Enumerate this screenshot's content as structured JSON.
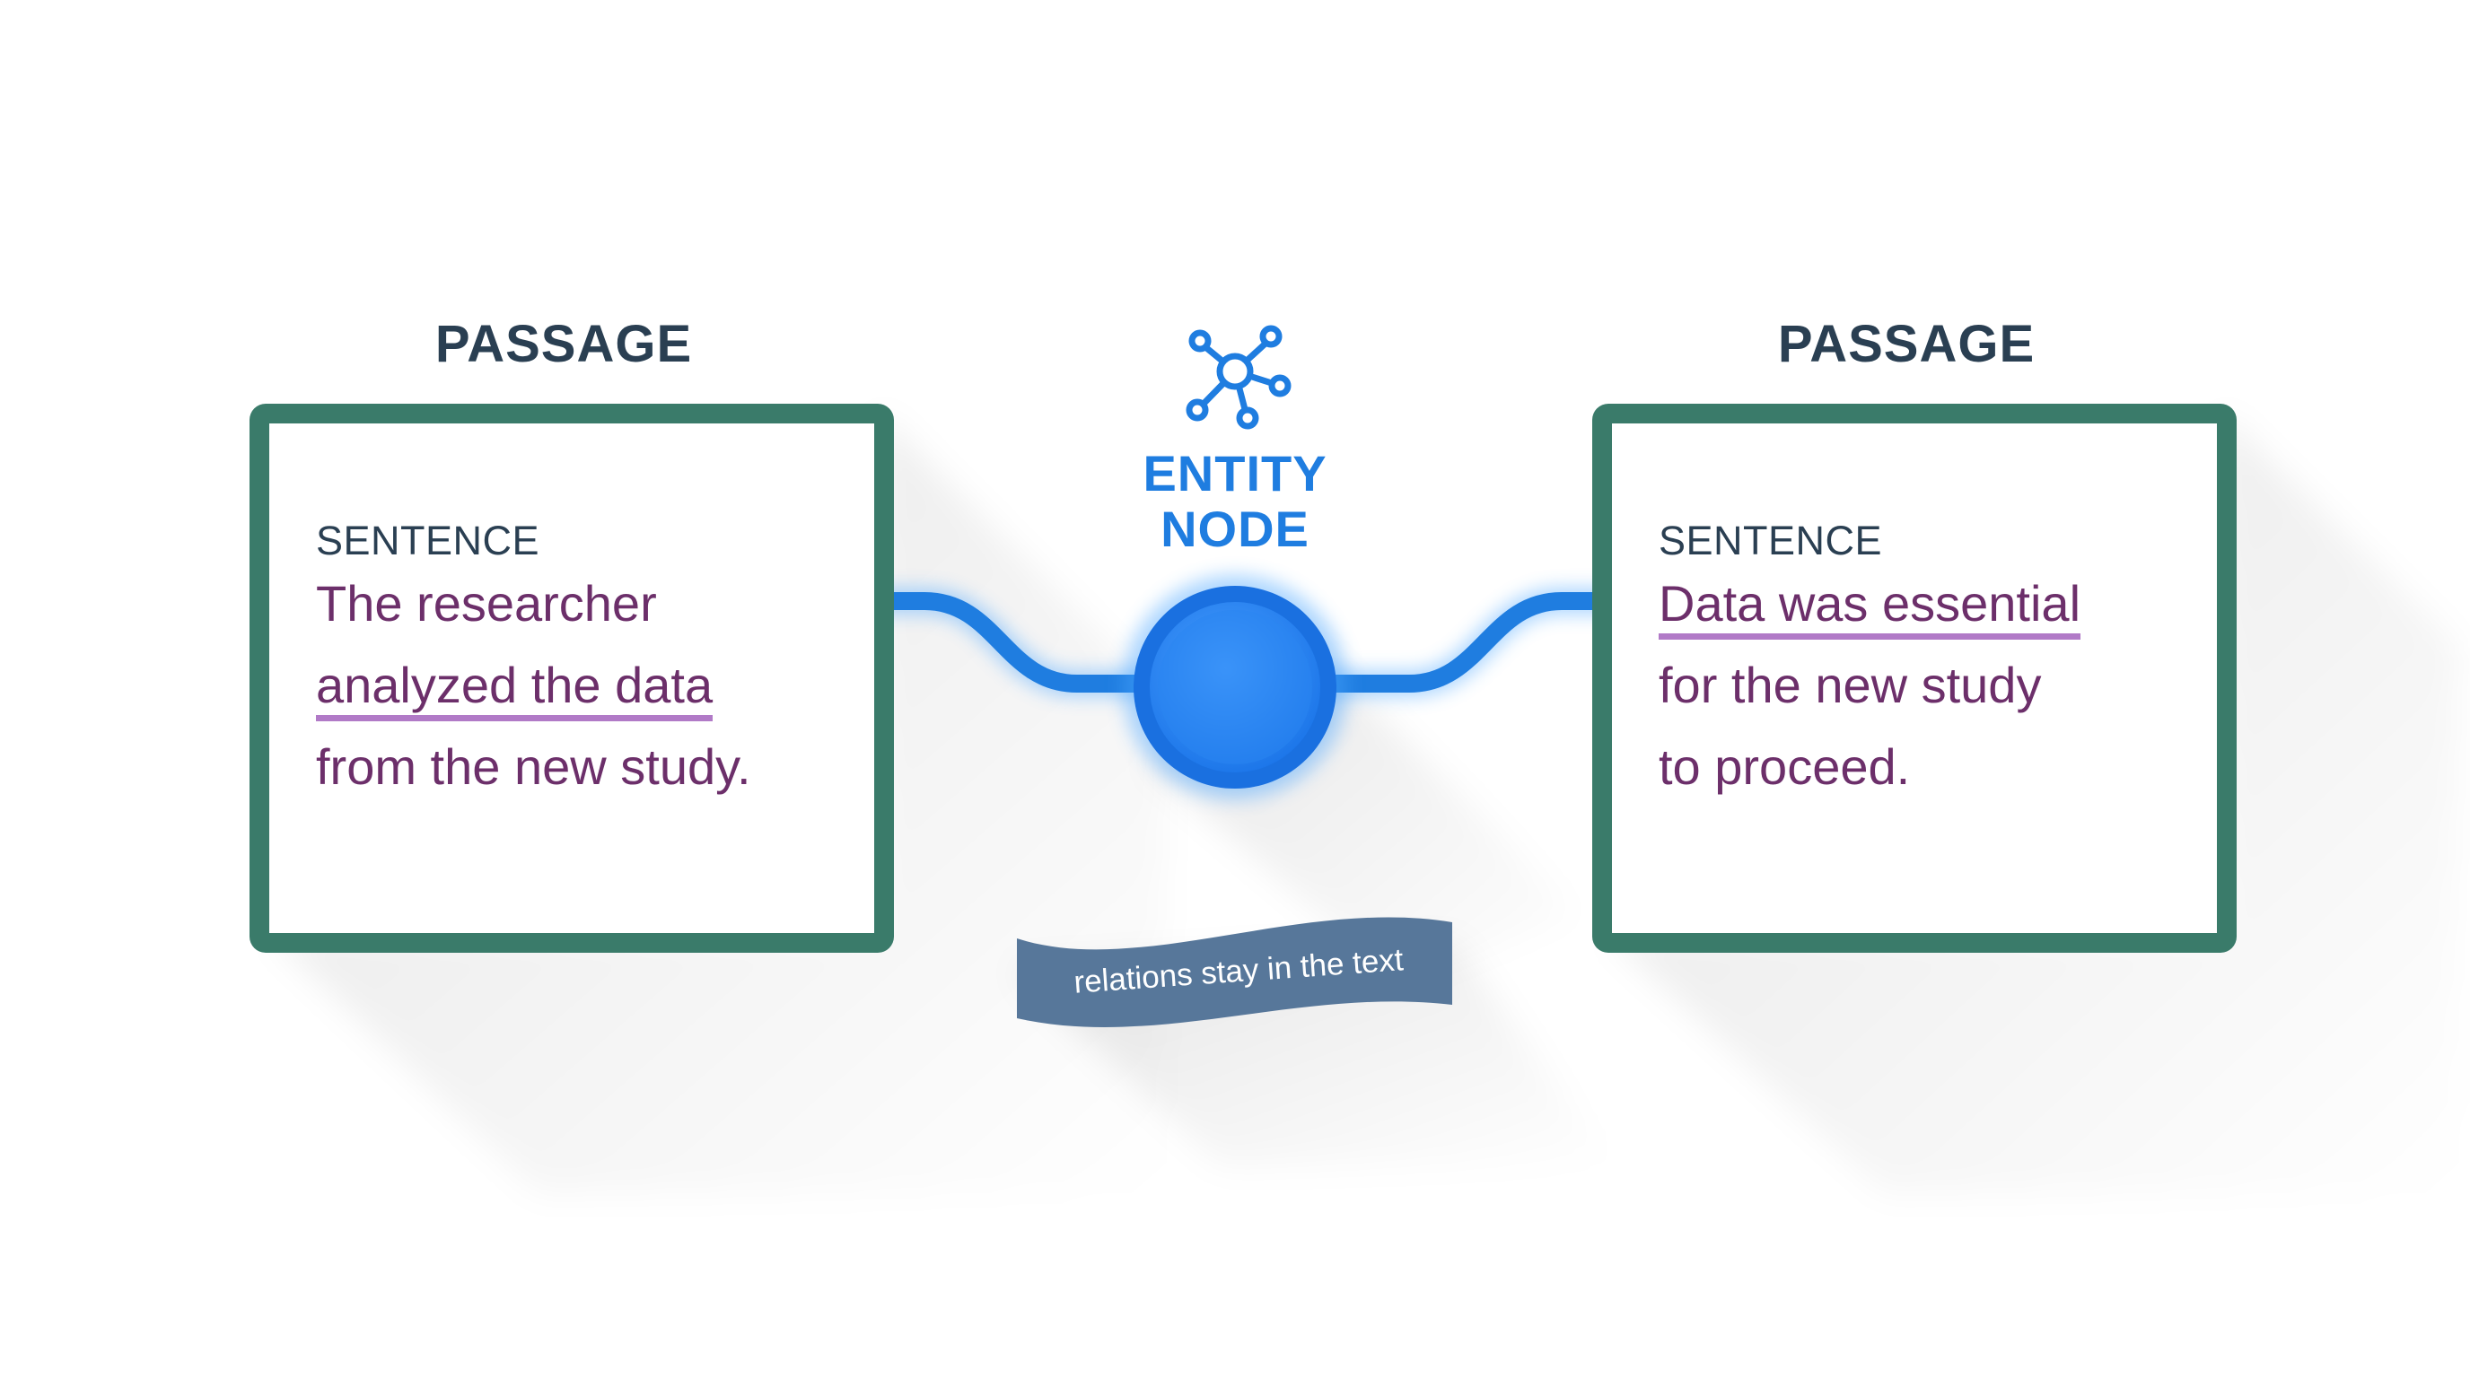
{
  "diagram": {
    "left_passage": {
      "heading": "PASSAGE",
      "sentence_label": "SENTENCE",
      "line_1": "The researcher",
      "line_2_highlight": "analyzed the data",
      "line_3": "from the new study."
    },
    "right_passage": {
      "heading": "PASSAGE",
      "sentence_label": "SENTENCE",
      "line_1_highlight": "Data was essential",
      "line_2": "for the new study",
      "line_3": "to proceed."
    },
    "entity": {
      "title_line_1": "ENTITY",
      "title_line_2": "NODE",
      "icon": "network-hub-icon"
    },
    "ribbon_label": "relations stay in the text",
    "colors": {
      "box_border": "#3a7b6a",
      "heading_text": "#2a3f52",
      "sentence_text": "#6c2f6a",
      "highlight_underline": "#b17ac7",
      "link_blue": "#1f7de0",
      "node_blue": "#2a85f0",
      "ribbon": "#57779a"
    }
  }
}
